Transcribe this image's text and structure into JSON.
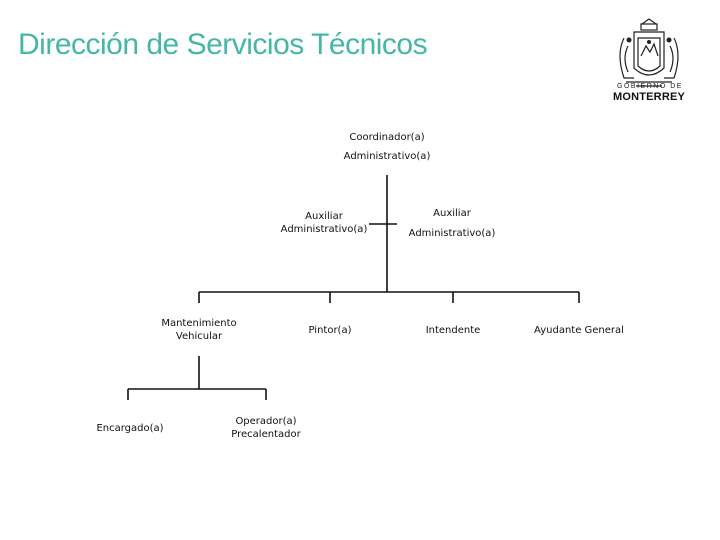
{
  "header": {
    "title": "Dirección de Servicios Técnicos",
    "logo_line1": "GOBIERNO DE",
    "logo_line2": "MONTERREY"
  },
  "org": {
    "coordinator": {
      "line1": "Coordinador(a)",
      "line2": "Administrativo(a)"
    },
    "assistant_left": {
      "line1": "Auxiliar",
      "line2": "Administrativo(a)"
    },
    "assistant_right": {
      "line1": "Auxiliar",
      "line2": "Administrativo(a)"
    },
    "maintenance": {
      "line1": "Mantenimiento",
      "line2": "Vehicular"
    },
    "painter": "Pintor(a)",
    "intendant": "Intendente",
    "general_helper": "Ayudante General",
    "manager": "Encargado(a)",
    "operator": {
      "line1": "Operador(a)",
      "line2": "Precalentador"
    }
  },
  "colors": {
    "title": "#46b7a6",
    "lines": "#111111"
  }
}
